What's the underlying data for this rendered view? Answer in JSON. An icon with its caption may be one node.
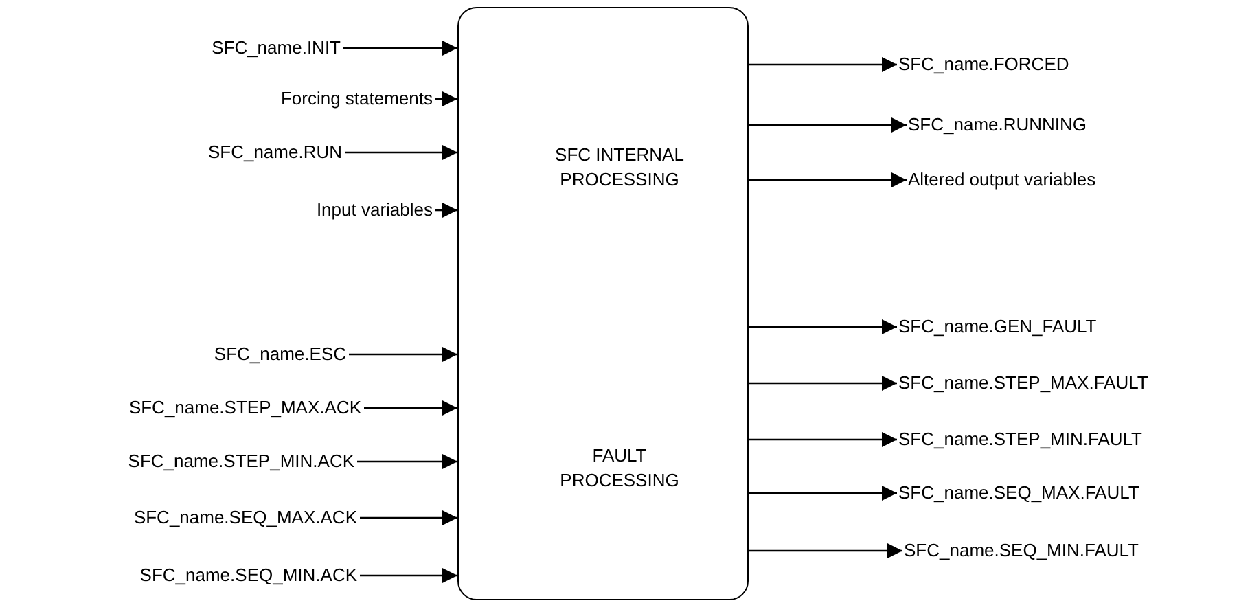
{
  "diagram": {
    "nodes": [
      {
        "text": [
          "SFC INTERNAL PROCESSING",
          "FAULT PROCESSING"
        ]
      },
      {
        "text": [
          "SFC_name.INIT"
        ]
      },
      {
        "text": [
          "Forcing statements"
        ]
      },
      {
        "text": [
          "SFC_name.RUN"
        ]
      },
      {
        "text": [
          "Input variables"
        ]
      },
      {
        "text": [
          "SFC_name.ESC"
        ]
      },
      {
        "text": [
          "SFC_name.STEP_MAX.ACK"
        ]
      },
      {
        "text": [
          "SFC_name.STEP_MIN.ACK"
        ]
      },
      {
        "text": [
          "SFC_name.SEQ_MAX.ACK"
        ]
      },
      {
        "text": [
          "SFC_name.SEQ_MIN.ACK"
        ]
      },
      {
        "text": [
          "SFC_name.FORCED"
        ]
      },
      {
        "text": [
          "SFC_name.RUNNING"
        ]
      },
      {
        "text": [
          "Altered output variables"
        ]
      },
      {
        "text": [
          "SFC_name.GEN_FAULT"
        ]
      },
      {
        "text": [
          "SFC_name.STEP_MAX.FAULT"
        ]
      },
      {
        "text": [
          "SFC_name.STEP_MIN.FAULT"
        ]
      },
      {
        "text": [
          "SFC_name.SEQ_MAX.FAULT"
        ]
      },
      {
        "text": [
          "SFC_name.SEQ_MIN.FAULT"
        ]
      }
    ],
    "edges": [
      {
        "from": 1,
        "to": 0,
        "arrow": "to"
      },
      {
        "from": 2,
        "to": 0,
        "arrow": "to"
      },
      {
        "from": 3,
        "to": 0,
        "arrow": "to"
      },
      {
        "from": 4,
        "to": 0,
        "arrow": "to"
      },
      {
        "from": 5,
        "to": 0,
        "arrow": "to"
      },
      {
        "from": 6,
        "to": 0,
        "arrow": "to"
      },
      {
        "from": 7,
        "to": 0,
        "arrow": "to"
      },
      {
        "from": 8,
        "to": 0,
        "arrow": "to"
      },
      {
        "from": 9,
        "to": 0,
        "arrow": "to"
      },
      {
        "from": 0,
        "to": 10,
        "arrow": "to"
      },
      {
        "from": 0,
        "to": 11,
        "arrow": "to"
      },
      {
        "from": 0,
        "to": 12,
        "arrow": "to"
      },
      {
        "from": 0,
        "to": 13,
        "arrow": "to"
      },
      {
        "from": 0,
        "to": 14,
        "arrow": "to"
      },
      {
        "from": 0,
        "to": 15,
        "arrow": "to"
      },
      {
        "from": 0,
        "to": 16,
        "arrow": "to"
      },
      {
        "from": 0,
        "to": 17,
        "arrow": "to"
      }
    ]
  }
}
